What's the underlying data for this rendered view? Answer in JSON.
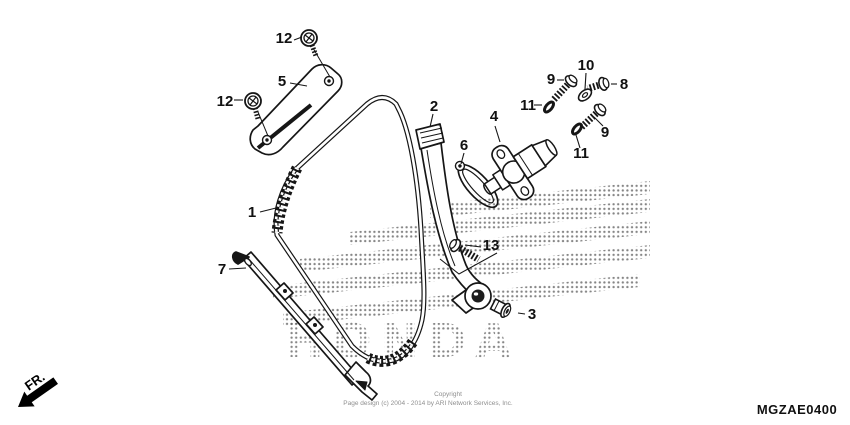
{
  "watermark": {
    "text": "HONDA"
  },
  "fr_arrow": {
    "label": "FR."
  },
  "footer": {
    "copyright_line1": "Copyright",
    "copyright_line2": "Page design (c) 2004 - 2014 by ARI Network Services, Inc.",
    "diagram_code": "MGZAE0400"
  },
  "callouts": [
    {
      "text": "12"
    },
    {
      "text": "5"
    },
    {
      "text": "12"
    },
    {
      "text": "1"
    },
    {
      "text": "7"
    },
    {
      "text": "2"
    },
    {
      "text": "4"
    },
    {
      "text": "6"
    },
    {
      "text": "13"
    },
    {
      "text": "3"
    },
    {
      "text": "9"
    },
    {
      "text": "10"
    },
    {
      "text": "8"
    },
    {
      "text": "11"
    },
    {
      "text": "9"
    },
    {
      "text": "11"
    }
  ]
}
